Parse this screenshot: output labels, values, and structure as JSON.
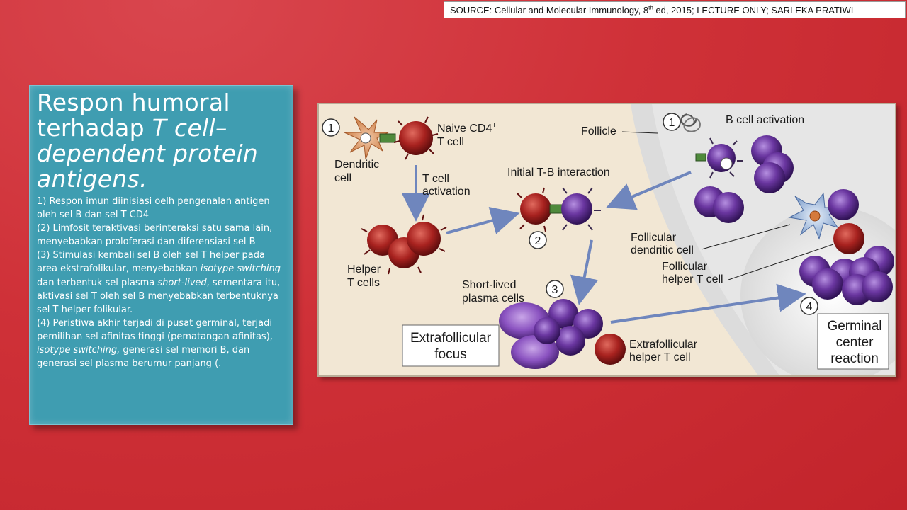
{
  "source": {
    "prefix": "SOURCE: Cellular  and Molecular Immunology, 8",
    "sup": "th",
    "suffix": " ed, 2015; LECTURE ONLY; SARI EKA PRATIWI"
  },
  "panel": {
    "title_line1": "Respon humoral",
    "title_line2_plain": "terhadap ",
    "title_line2_italic": "T cell–",
    "title_line3": "dependent protein",
    "title_line4": "antigens.",
    "p1": "1) Respon imun diinisiasi oelh pengenalan antigen oleh sel B dan sel T CD4",
    "p2": "(2) Limfosit teraktivasi berinteraksi satu sama lain, menyebabkan proloferasi dan diferensiasi sel B",
    "p3_a": "(3) Stimulasi kembali sel B oleh sel T helper pada area ekstrafolikular, menyebabkan ",
    "p3_b": "isotype switching",
    "p3_c": " dan terbentuk sel plasma ",
    "p3_d": "short-lived",
    "p3_e": ", sementara itu, aktivasi sel T oleh sel B menyebabkan terbentuknya sel T helper folikular.",
    "p4_a": "(4) Peristiwa akhir terjadi di pusat germinal, terjadi pemilihan sel afinitas tinggi (pematangan afinitas), ",
    "p4_b": "isotype switching,",
    "p4_c": " generasi sel memori B, dan generasi sel plasma berumur panjang (."
  },
  "figure": {
    "step1": "1",
    "step2": "2",
    "step3": "3",
    "step4": "4",
    "step1b": "1",
    "naive_l1": "Naive CD4",
    "naive_sup": "+",
    "naive_l2": "T cell",
    "dendritic_l1": "Dendritic",
    "dendritic_l2": "cell",
    "tact_l1": "T cell",
    "tact_l2": "activation",
    "helper_l1": "Helper",
    "helper_l2": "T cells",
    "initial_tb": "Initial T-B interaction",
    "follicle": "Follicle",
    "bcell_act": "B cell activation",
    "fdc_l1": "Follicular",
    "fdc_l2": "dendritic cell",
    "fth_l1": "Follicular",
    "fth_l2": "helper T cell",
    "short_l1": "Short-lived",
    "short_l2": "plasma cells",
    "extra_focus_l1": "Extrafollicular",
    "extra_focus_l2": "focus",
    "extra_helper_l1": "Extrafollicular",
    "extra_helper_l2": "helper T cell",
    "gc_l1": "Germinal",
    "gc_l2": "center",
    "gc_l3": "reaction"
  },
  "colors": {
    "background": "#cf3138",
    "panel": "#3f9db1",
    "t_cell": "#9e1d1d",
    "b_cell": "#5a2a86",
    "arrow": "#6f86bd"
  }
}
